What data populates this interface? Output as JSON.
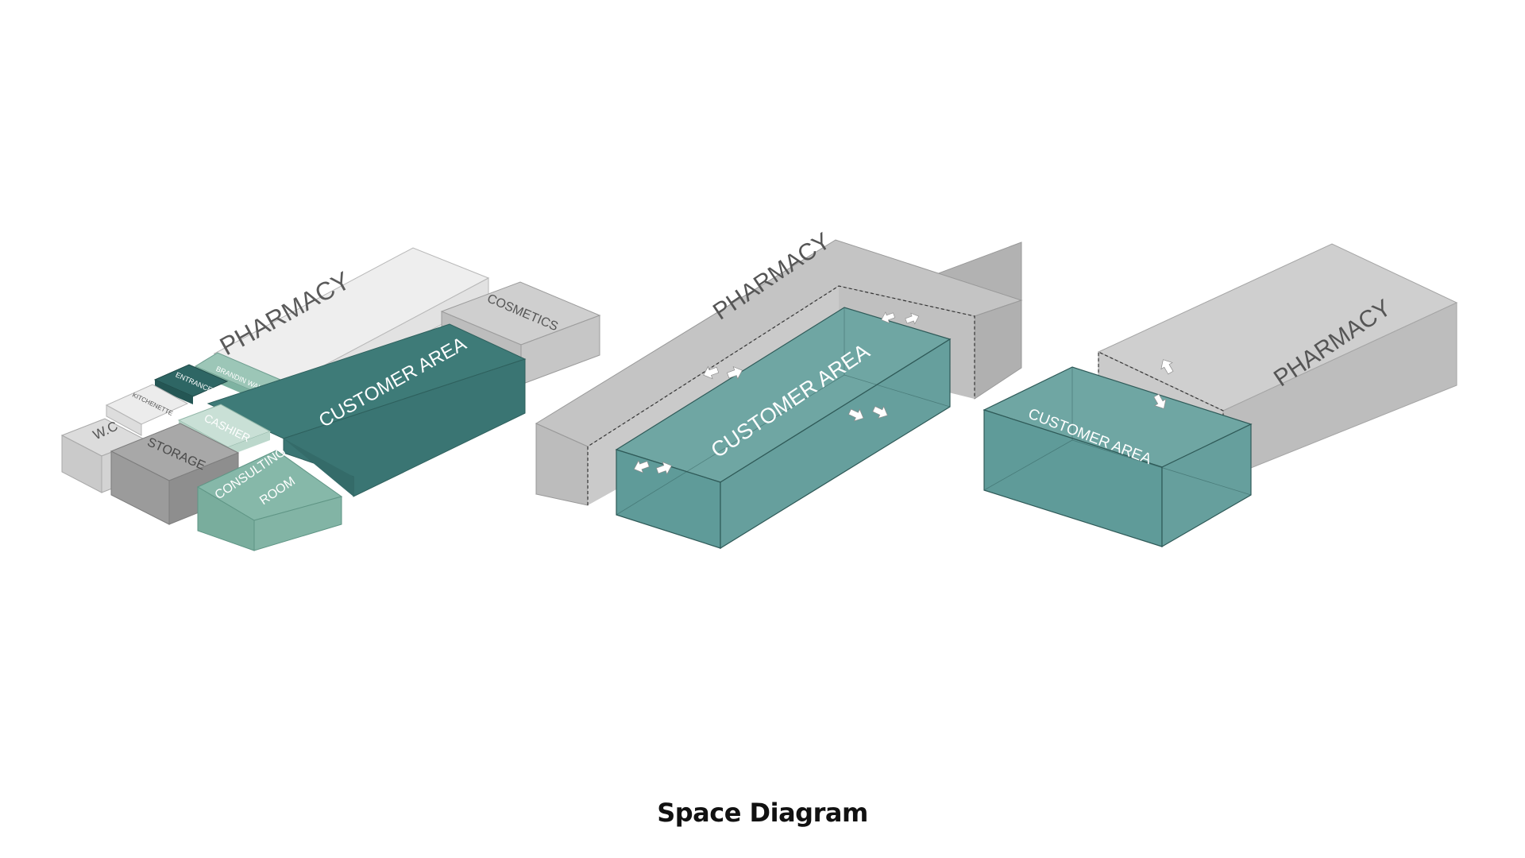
{
  "caption": "Space Diagram",
  "colors": {
    "background": "#ffffff",
    "customer_dark": "#3e7b78",
    "customer_transparent": "#5f9b99",
    "consulting": "#86b8a9",
    "cashier_light": "#c9e0d6",
    "entrance_dark": "#2e6664",
    "pharmacy_light": "#e4e4e4",
    "pharmacy_grey": "#c4c4c4",
    "storage": "#a7a7a7",
    "text_dark": "#5a5a5a",
    "text_white": "#ffffff"
  },
  "diagram_1": {
    "pharmacy": "PHARMACY",
    "cosmetics": "COSMETICS",
    "customer_area": "CUSTOMER AREA",
    "branding_wall": "BRANDIN WALL",
    "entrance": "ENTRANCE",
    "kitchenette": "KITCHENETTE",
    "wc": "W.C",
    "cashier": "CASHIER",
    "storage": "STORAGE",
    "consulting_1": "CONSULTING",
    "consulting_2": "ROOM"
  },
  "diagram_2": {
    "pharmacy": "PHARMACY",
    "customer_area": "CUSTOMER AREA",
    "arrow_icons": "double-arrow-icon"
  },
  "diagram_3": {
    "pharmacy": "PHARMACY",
    "customer_area": "CUSTOMER AREA",
    "arrow_icons": "double-arrow-icon"
  }
}
